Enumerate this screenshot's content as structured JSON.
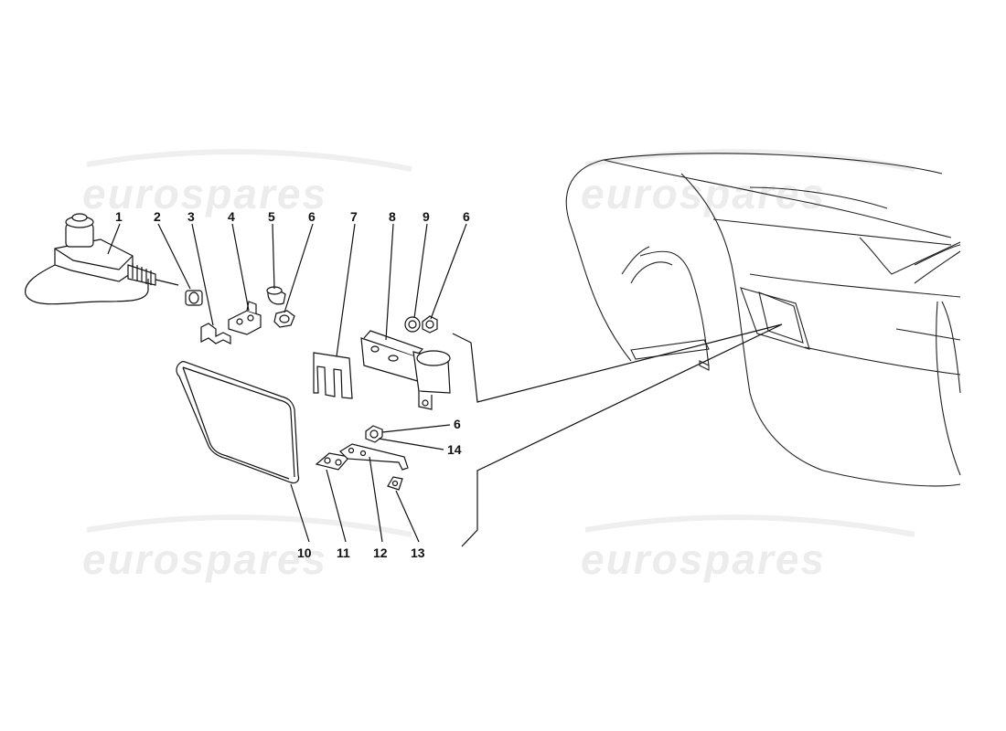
{
  "watermark": {
    "text": "eurospares"
  },
  "callouts": [
    {
      "id": "1",
      "text": "1"
    },
    {
      "id": "2",
      "text": "2"
    },
    {
      "id": "3",
      "text": "3"
    },
    {
      "id": "4",
      "text": "4"
    },
    {
      "id": "5",
      "text": "5"
    },
    {
      "id": "6a",
      "text": "6"
    },
    {
      "id": "7",
      "text": "7"
    },
    {
      "id": "8",
      "text": "8"
    },
    {
      "id": "9",
      "text": "9"
    },
    {
      "id": "6b",
      "text": "6"
    },
    {
      "id": "6c",
      "text": "6"
    },
    {
      "id": "14",
      "text": "14"
    },
    {
      "id": "10",
      "text": "10"
    },
    {
      "id": "11",
      "text": "11"
    },
    {
      "id": "12",
      "text": "12"
    },
    {
      "id": "13",
      "text": "13"
    }
  ]
}
